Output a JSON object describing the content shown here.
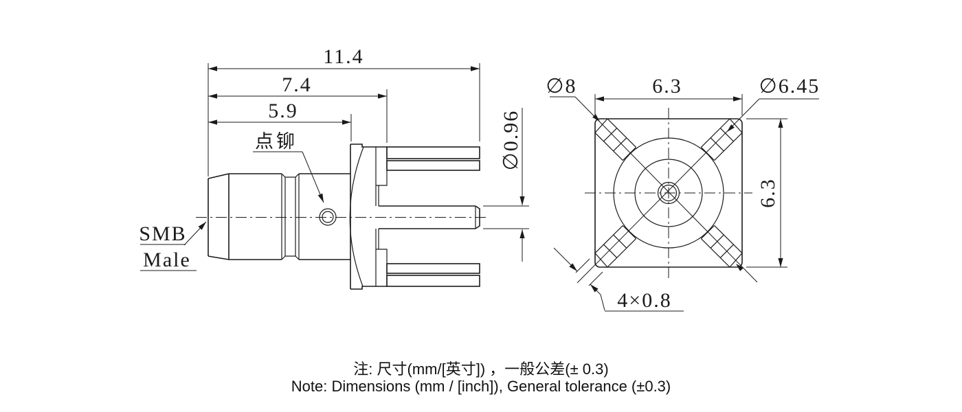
{
  "drawing": {
    "side_view": {
      "total_length": "11.4",
      "body_length": "7.4",
      "front_length": "5.9",
      "rivet_label": "点铆",
      "pin_diameter": "∅0.96",
      "type_line1": "SMB",
      "type_line2": "Male"
    },
    "front_view": {
      "flange_diameter": "∅8",
      "flange_width": "6.3",
      "mount_diameter": "∅6.45",
      "flange_height": "6.3",
      "leg_size": "4×0.8"
    },
    "notes": {
      "chinese": "注: 尺寸(mm/[英寸]) ，一般公差(± 0.3)",
      "english": "Note: Dimensions (mm / [inch]), General tolerance (±0.3)"
    },
    "colors": {
      "line": "#1a1a1a",
      "background": "#ffffff"
    }
  }
}
